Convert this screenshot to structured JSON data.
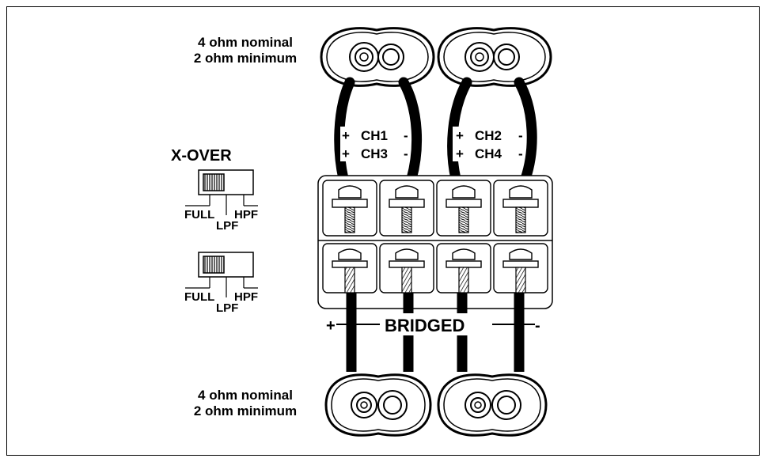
{
  "speaker_note_top": {
    "line1": "4 ohm nominal",
    "line2": "2 ohm minimum"
  },
  "speaker_note_bottom": {
    "line1": "4 ohm nominal",
    "line2": "2 ohm minimum"
  },
  "xover": {
    "title": "X-OVER",
    "switches": [
      {
        "full": "FULL",
        "lpf": "LPF",
        "hpf": "HPF"
      },
      {
        "full": "FULL",
        "lpf": "LPF",
        "hpf": "HPF"
      }
    ]
  },
  "channels": {
    "left": {
      "row1": {
        "plus": "+",
        "name": "CH1",
        "minus": "-"
      },
      "row2": {
        "plus": "+",
        "name": "CH3",
        "minus": "-"
      }
    },
    "right": {
      "row1": {
        "plus": "+",
        "name": "CH2",
        "minus": "-"
      },
      "row2": {
        "plus": "+",
        "name": "CH4",
        "minus": "-"
      }
    }
  },
  "bridged": {
    "plus": "+",
    "label": "BRIDGED",
    "minus": "-"
  },
  "colors": {
    "line": "#000000",
    "background": "#ffffff"
  },
  "icons": [
    "speaker-icon",
    "crossover-switch-icon",
    "terminal-block-icon",
    "wire-icon"
  ]
}
